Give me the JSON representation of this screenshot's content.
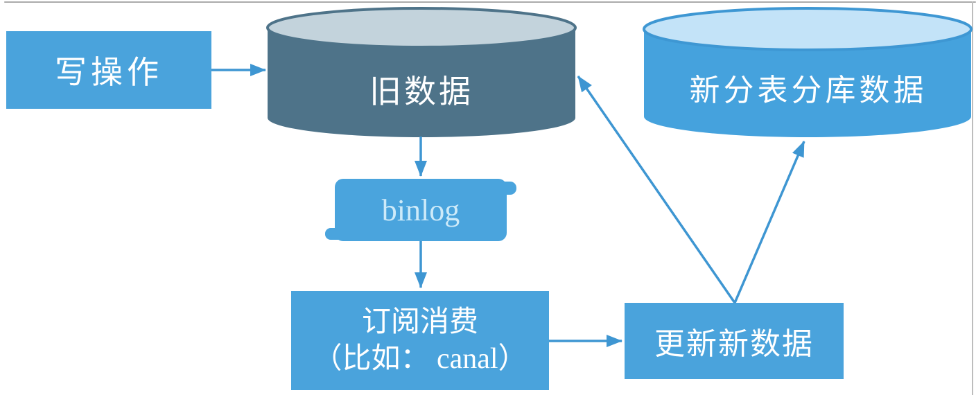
{
  "diagram": {
    "nodes": {
      "write_op": {
        "label": "写操作",
        "shape": "rectangle"
      },
      "old_data": {
        "label": "旧数据",
        "shape": "cylinder"
      },
      "new_data": {
        "label": "新分表分库数据",
        "shape": "cylinder"
      },
      "binlog": {
        "label": "binlog",
        "shape": "rounded-card"
      },
      "subscribe": {
        "label_line1": "订阅消费",
        "label_line2": "（比如： canal）",
        "shape": "rectangle"
      },
      "update_new": {
        "label": "更新新数据",
        "shape": "rectangle"
      }
    },
    "edges": [
      {
        "from": "write_op",
        "to": "old_data"
      },
      {
        "from": "old_data",
        "to": "binlog"
      },
      {
        "from": "binlog",
        "to": "subscribe"
      },
      {
        "from": "subscribe",
        "to": "update_new"
      },
      {
        "from": "update_new",
        "to": "old_data"
      },
      {
        "from": "update_new",
        "to": "new_data"
      }
    ],
    "colors": {
      "process_box_blue": "#4AA3DC",
      "old_cylinder_body": "#4E7389",
      "old_cylinder_top": "#C3D3DC",
      "new_cylinder_body": "#45A2DD",
      "new_cylinder_top": "#C3E3F8",
      "new_cylinder_rim": "#3E97D3",
      "arrow_blue": "#3E96D2",
      "binlog_text": "#CDEAF9",
      "node_text": "#FFFFFF",
      "frame_gray": "#ABABAB"
    }
  }
}
